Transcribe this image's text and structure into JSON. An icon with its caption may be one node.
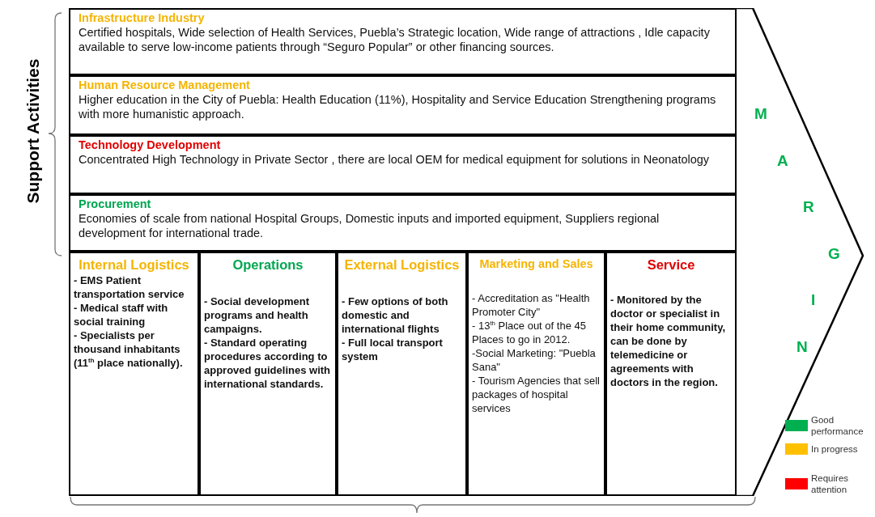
{
  "diagram": {
    "nodes": [
      {
        "text": [
          "Infrastructure Industry",
          "Certified hospitals, Wide selection of Health Services,  Puebla’s Strategic location, Wide range of attractions , Idle capacity available to serve low-income patients through “Seguro Popular” or other financing sources."
        ]
      },
      {
        "text": [
          "Human Resource Management",
          "Higher education in the City of Puebla: Health Education (11%),  Hospitality and Service Education  Strengthening programs  with  more humanistic approach."
        ]
      },
      {
        "text": [
          "Technology Development",
          "Concentrated High Technology in Private Sector  , there are local OEM for medical equipment for solutions in Neonatology"
        ]
      },
      {
        "text": [
          "Procurement",
          "Economies of scale from national Hospital Groups,  Domestic inputs and imported equipment, Suppliers regional development for international trade."
        ]
      },
      {
        "text": [
          "Internal Logistics",
          "- EMS Patient transportation service",
          "- Medical staff with social training",
          "- Specialists per thousand inhabitants (11$^{th}$ place nationally)."
        ]
      },
      {
        "text": [
          "Operations",
          "- Social development programs and health campaigns.",
          "- Standard operating procedures according to approved guidelines with international standards."
        ]
      },
      {
        "text": [
          "External Logistics",
          "- Few options of both domestic and international flights",
          "- Full local transport system"
        ]
      },
      {
        "text": [
          "Marketing and Sales",
          "- Accreditation as \"Health Promoter City\"",
          "- 13$^{th}$ Place out of the 45 Places to go in 2012.",
          "-Social Marketing: \"Puebla Sana\"",
          "- Tourism Agencies that sell packages of hospital services"
        ]
      },
      {
        "text": [
          "Service",
          "- Monitored by the doctor or specialist in their home community, can be done by telemedicine or agreements with doctors in the region."
        ]
      },
      {
        "text": [
          "M",
          "A",
          "R",
          "G",
          "I",
          "N"
        ]
      }
    ],
    "labels": [
      "Support Activities"
    ],
    "legend": [
      {
        "text": "Good performance",
        "color": "#00b050"
      },
      {
        "text": "In progress",
        "color": "#ffc000"
      },
      {
        "text": "Requires attention",
        "color": "#ff0000"
      }
    ]
  }
}
